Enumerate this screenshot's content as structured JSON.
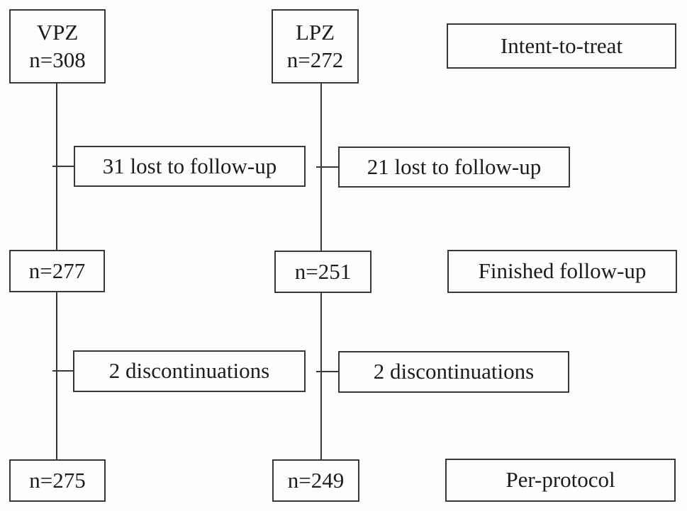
{
  "figure": {
    "type": "consort-flow-diagram",
    "description": "Two-arm trial patient flow"
  },
  "arms": [
    {
      "name": "VPZ",
      "enrolled": "n=308",
      "lost": "31 lost to follow-up",
      "finished": "n=277",
      "discontinued": "2 discontinuations",
      "per_protocol": "n=275"
    },
    {
      "name": "LPZ",
      "enrolled": "n=272",
      "lost": "21 lost to follow-up",
      "finished": "n=251",
      "discontinued": "2 discontinuations",
      "per_protocol": "n=249"
    }
  ],
  "stages": {
    "intent_to_treat": "Intent-to-treat",
    "finished_follow_up": "Finished follow-up",
    "per_protocol": "Per-protocol"
  },
  "colors": {
    "border": "#383838",
    "text": "#1c1c1c",
    "background": "#fdfdfd"
  }
}
